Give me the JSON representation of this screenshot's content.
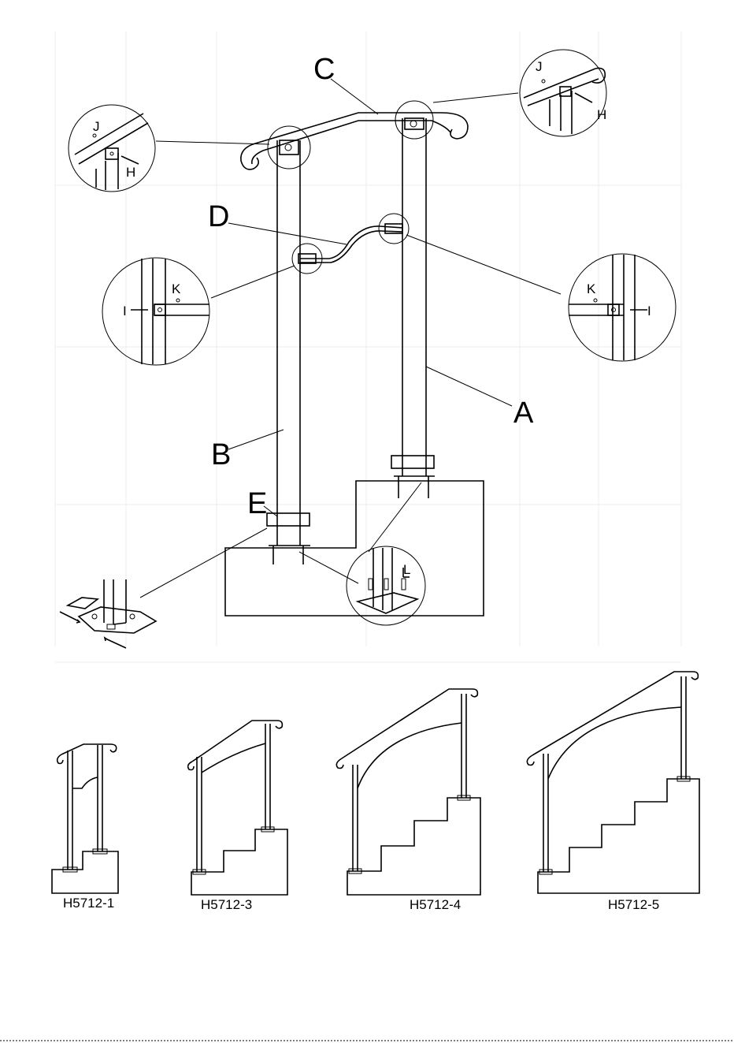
{
  "diagram": {
    "part_labels": {
      "A": "A",
      "B": "B",
      "C": "C",
      "D": "D",
      "E": "E"
    },
    "detail_labels": {
      "J": "J",
      "H": "H",
      "K": "K",
      "I": "I",
      "L": "L"
    },
    "models": [
      {
        "label": "H5712-1",
        "steps": 1
      },
      {
        "label": "H5712-3",
        "steps": 3
      },
      {
        "label": "H5712-4",
        "steps": 4
      },
      {
        "label": "H5712-5",
        "steps": 5
      }
    ]
  }
}
